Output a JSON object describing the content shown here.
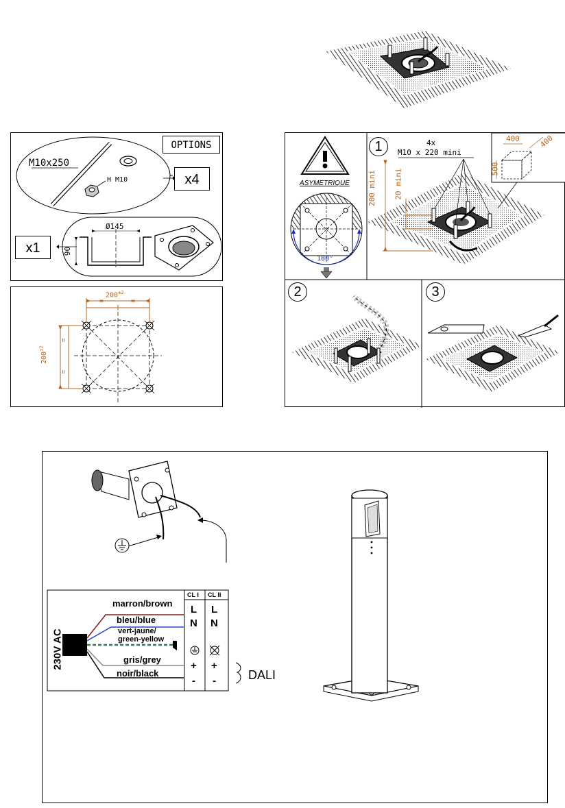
{
  "options_panel": {
    "options_label": "OPTIONS",
    "rod_label": "M10x250",
    "nut_label": "H M10",
    "qty_rods": "x4",
    "qty_sleeve": "x1",
    "sleeve_diameter": "Ø145",
    "sleeve_height": "90"
  },
  "template_panel": {
    "width_dim": "200",
    "height_dim": "200",
    "tolerance": "±2",
    "equal_mark": "="
  },
  "install_panel": {
    "warning_label": "ASYMETRIQUE",
    "angle_label": "180°",
    "step1_number": "1",
    "step2_number": "2",
    "step3_number": "3",
    "rod_count": "4x",
    "rod_spec": "M10 x 220 mini",
    "depth_total": "200 mini",
    "depth_above": "20 mini",
    "hole_w1": "400",
    "hole_w2": "400",
    "hole_depth": "500"
  },
  "wiring_panel": {
    "voltage_label": "230V AC",
    "col_cl1": "CL I",
    "col_cl2": "CL II",
    "wire_brown": "marron/brown",
    "wire_blue": "bleu/blue",
    "wire_ground_1": "vert-jaune/",
    "wire_ground_2": "green-yellow",
    "wire_grey": "gris/grey",
    "wire_black": "noir/black",
    "cl1_L": "L",
    "cl1_N": "N",
    "cl1_plus": "+",
    "cl1_minus": "-",
    "cl2_L": "L",
    "cl2_N": "N",
    "cl2_plus": "+",
    "cl2_minus": "-",
    "dali_label": "DALI"
  },
  "colors": {
    "dimension": "#b5651d",
    "angle": "#1a2fa8",
    "wire_brown": "#8b1a1a",
    "wire_blue": "#2446c8",
    "wire_ground": "#2e7d4f",
    "wire_grey": "#8a8a8a"
  }
}
